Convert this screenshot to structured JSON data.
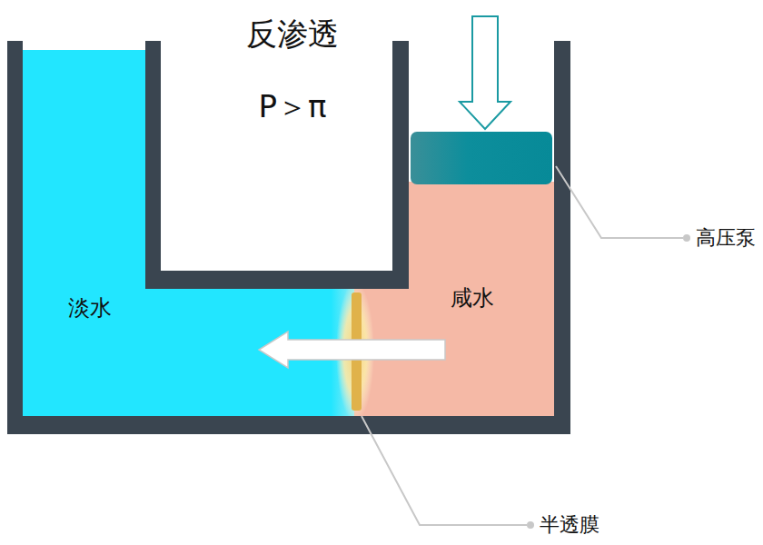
{
  "diagram": {
    "title": "反渗透",
    "nodes": [
      {
        "text": [
          "淡水"
        ]
      },
      {
        "text": [
          "咸水"
        ]
      }
    ],
    "edges": [
      {
        "from": 1,
        "to": 0,
        "arrow": "to"
      }
    ],
    "labels": [
      "P＞π",
      "高压泵",
      "半透膜"
    ]
  }
}
